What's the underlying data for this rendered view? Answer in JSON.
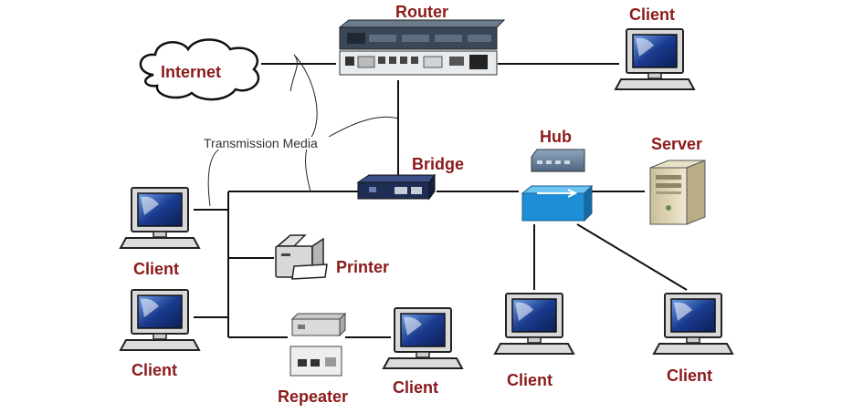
{
  "labels": {
    "router": "Router",
    "internet": "Internet",
    "client_top_right": "Client",
    "transmission_media": "Transmission Media",
    "bridge": "Bridge",
    "hub": "Hub",
    "server": "Server",
    "client_left_top": "Client",
    "printer": "Printer",
    "client_left_bottom": "Client",
    "repeater": "Repeater",
    "client_bottom_1": "Client",
    "client_bottom_2": "Client",
    "client_bottom_3": "Client"
  },
  "colors": {
    "label": "#8b1a1a",
    "line": "#111111",
    "hub_blue": "#1e8fd6",
    "bridge_navy": "#1f2d55",
    "monitor_screen": "#1a3b8f"
  },
  "icons": {
    "router": "router-icon",
    "internet": "cloud-icon",
    "client": "desktop-computer-icon",
    "bridge": "bridge-device-icon",
    "hub": "hub-switch-icon",
    "server": "server-tower-icon",
    "printer": "printer-icon",
    "repeater": "repeater-device-icon"
  }
}
